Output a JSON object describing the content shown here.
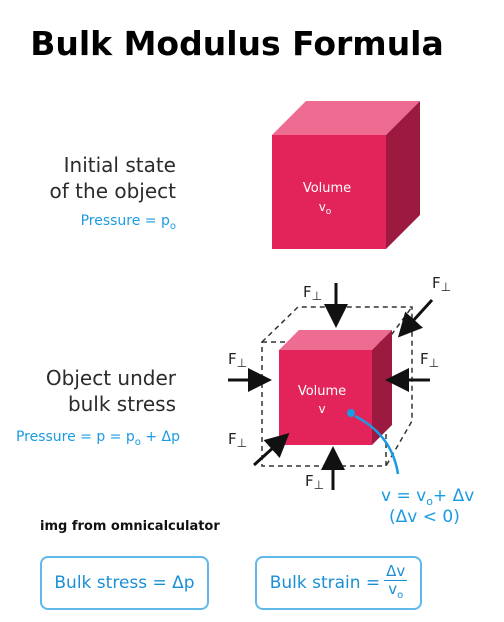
{
  "title": "Bulk Modulus Formula",
  "initial": {
    "line1": "Initial state",
    "line2": "of the object",
    "pressure_prefix": "Pressure = p",
    "pressure_sub": "o"
  },
  "cube_initial": {
    "label": "Volume",
    "var": "v",
    "var_sub": "o"
  },
  "stressed": {
    "line1": "Object under",
    "line2": "bulk stress",
    "pressure_prefix": "Pressure = p = p",
    "pressure_sub": "o",
    "pressure_suffix": " + Δp"
  },
  "cube_stressed": {
    "label": "Volume",
    "var": "v"
  },
  "forces": {
    "symbol": "F",
    "perp": "⊥"
  },
  "volume_eq": {
    "line1_a": "v = v",
    "line1_sub": "o",
    "line1_b": "+ Δv",
    "line2": "(Δv < 0)"
  },
  "credit": "img from omnicalculator",
  "bulk_stress": {
    "label": "Bulk stress = Δp"
  },
  "bulk_strain": {
    "label": "Bulk strain =",
    "num": "Δv",
    "den": "v",
    "den_sub": "o"
  },
  "colors": {
    "cube_front": "#e3245a",
    "cube_top": "#ee6b92",
    "cube_side": "#9c1a40",
    "accent": "#1a9be3"
  }
}
